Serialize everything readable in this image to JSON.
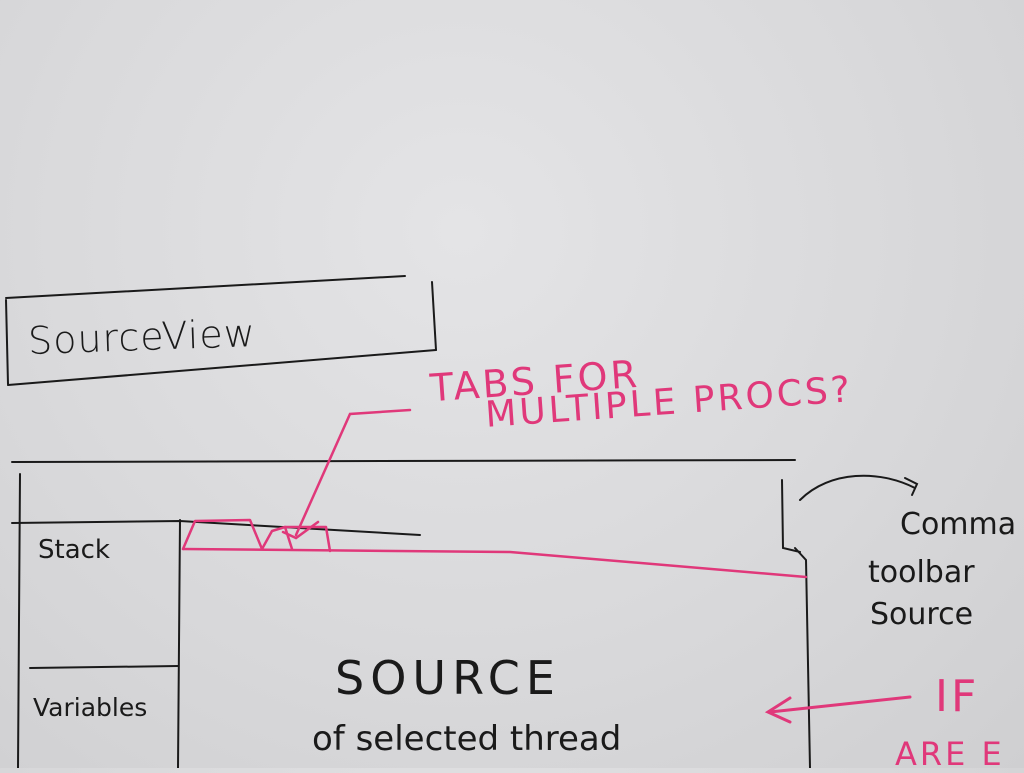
{
  "title": "SourceView",
  "annotation_tabs": {
    "line1": "TABS FOR",
    "line2": "MULTIPLE PROCS?"
  },
  "panels": {
    "stack_label": "Stack",
    "variables_label": "Variables",
    "source_line1": "SOURCE",
    "source_line2": "of selected thread"
  },
  "side_note": {
    "line1": "Comma",
    "line2": "toolbar",
    "line3": "Source"
  },
  "pink_note": {
    "line1": "IF",
    "line2": "ARE E"
  },
  "colors": {
    "whiteboard": "#dcdcde",
    "black_marker": "#1a1a1a",
    "pink_marker": "#e0387a"
  }
}
